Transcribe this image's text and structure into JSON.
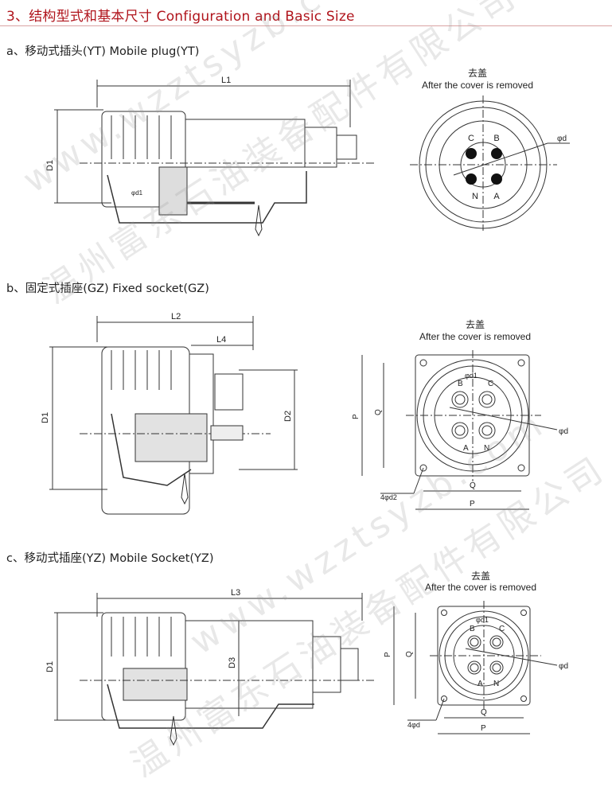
{
  "header": {
    "title": "3、结构型式和基本尺寸 Configuration and Basic Size",
    "accent": "#b0141c"
  },
  "watermark": {
    "url": "www.wzztsyzb.com",
    "company": "温州富东石油装备配件有限公司"
  },
  "sections": [
    {
      "label": "a、移动式插头(YT) Mobile plug(YT)",
      "side": {
        "l": "L1",
        "d1": "D1",
        "pd1": "φd1"
      },
      "front": {
        "cn": "去盖",
        "en": "After the cover is removed",
        "pins": [
          "C",
          "B",
          "N",
          "A"
        ],
        "pd": "φd"
      }
    },
    {
      "label": "b、固定式插座(GZ) Fixed socket(GZ)",
      "side": {
        "l": "L2",
        "l4": "L4",
        "d1": "D1",
        "d2": "D2"
      },
      "front": {
        "cn": "去盖",
        "en": "After the cover is removed",
        "pins": [
          "B",
          "C",
          "A",
          "N"
        ],
        "pd1": "φd1",
        "pd": "φd",
        "p": "P",
        "q": "Q",
        "holes": "4φd2"
      }
    },
    {
      "label": "c、移动式插座(YZ) Mobile Socket(YZ)",
      "side": {
        "l": "L3",
        "d1": "D1",
        "d3": "D3"
      },
      "front": {
        "cn": "去盖",
        "en": "After the cover is removed",
        "pins": [
          "B",
          "C",
          "A",
          "N"
        ],
        "pd1": "φd1",
        "pd": "φd",
        "p": "P",
        "q": "Q",
        "holes": "4φd"
      }
    }
  ]
}
